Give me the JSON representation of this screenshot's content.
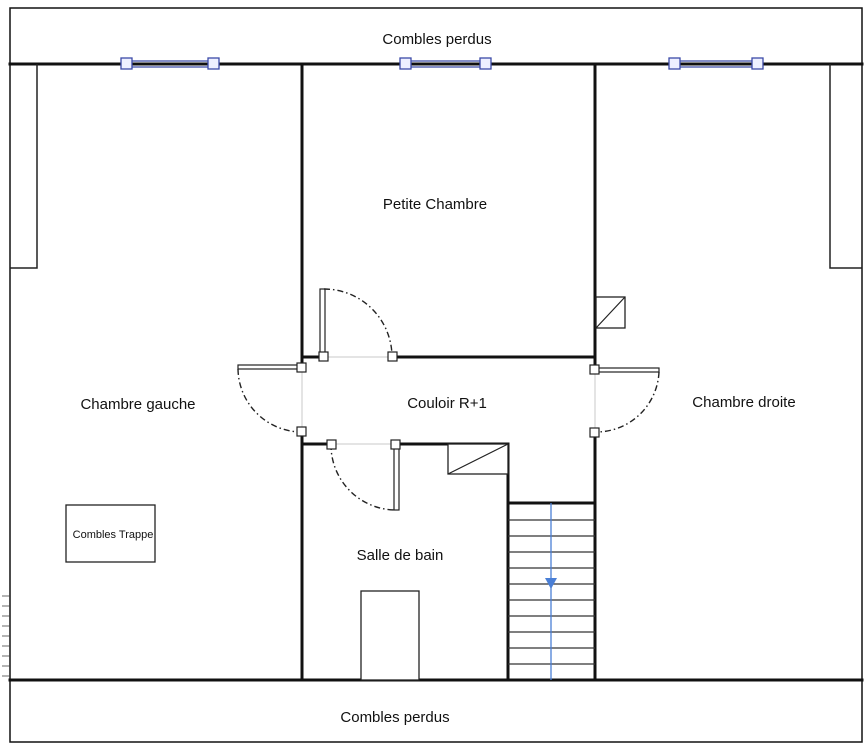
{
  "rooms": {
    "attic_top": "Combles perdus",
    "attic_bottom": "Combles perdus",
    "small_bedroom": "Petite Chambre",
    "left_bedroom": "Chambre gauche",
    "corridor": "Couloir R+1",
    "right_bedroom": "Chambre droite",
    "bathroom": "Salle de bain",
    "attic_hatch": "Combles Trappe"
  },
  "colors": {
    "wall": "#111111",
    "window": "#3b4aa8",
    "stair_arrow": "#4a7fd6",
    "background": "#ffffff"
  }
}
